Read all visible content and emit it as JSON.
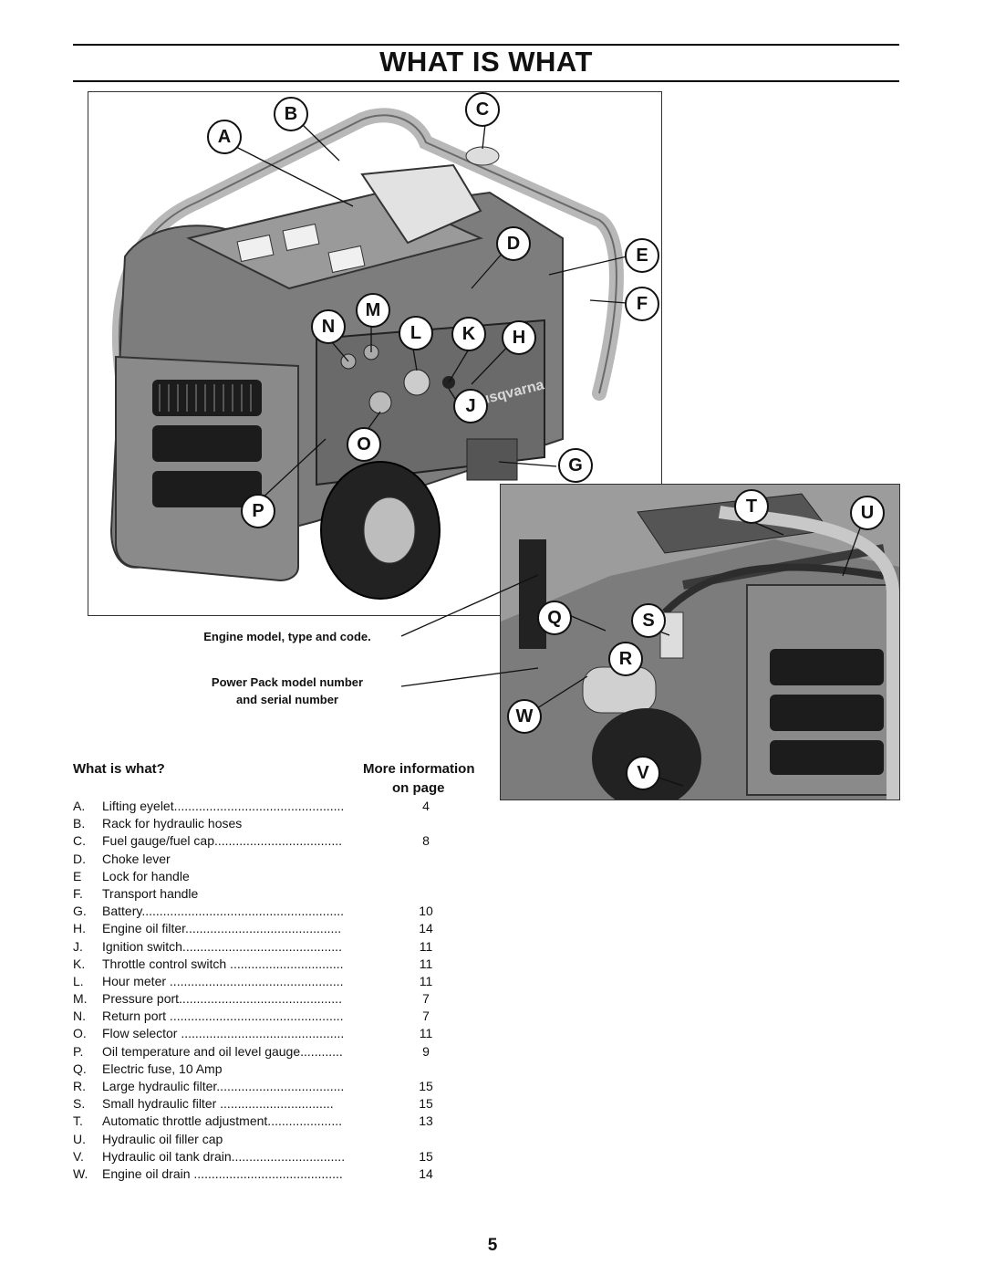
{
  "page": {
    "title": "WHAT IS WHAT",
    "page_number": "5"
  },
  "figure": {
    "caption_engine": "Engine model, type and code.",
    "caption_pack_line1": "Power Pack model number",
    "caption_pack_line2": "and serial number",
    "brand_text": "Husqvarna",
    "callouts": {
      "A": "A",
      "B": "B",
      "C": "C",
      "D": "D",
      "E": "E",
      "F": "F",
      "G": "G",
      "H": "H",
      "J": "J",
      "K": "K",
      "L": "L",
      "M": "M",
      "N": "N",
      "O": "O",
      "P": "P",
      "Q": "Q",
      "R": "R",
      "S": "S",
      "T": "T",
      "U": "U",
      "V": "V",
      "W": "W"
    }
  },
  "table": {
    "header_item": "What is what?",
    "header_more_line1": "More information",
    "header_more_line2": "on page",
    "rows": [
      {
        "letter": "A.",
        "desc": "Lifting eyelet................................................",
        "page": "4"
      },
      {
        "letter": "B.",
        "desc": "Rack for hydraulic hoses",
        "page": ""
      },
      {
        "letter": "C.",
        "desc": "Fuel gauge/fuel cap....................................",
        "page": "8"
      },
      {
        "letter": "D.",
        "desc": "Choke lever",
        "page": ""
      },
      {
        "letter": "E",
        "desc": "Lock for handle",
        "page": ""
      },
      {
        "letter": "F.",
        "desc": "Transport handle",
        "page": ""
      },
      {
        "letter": "G.",
        "desc": "Battery.........................................................",
        "page": "10"
      },
      {
        "letter": "H.",
        "desc": "Engine oil filter............................................",
        "page": "14"
      },
      {
        "letter": "J.",
        "desc": "Ignition switch.............................................",
        "page": "11"
      },
      {
        "letter": "K.",
        "desc": "Throttle control switch ................................",
        "page": "11"
      },
      {
        "letter": "L.",
        "desc": "Hour meter .................................................",
        "page": "11"
      },
      {
        "letter": "M.",
        "desc": "Pressure port..............................................",
        "page": "7"
      },
      {
        "letter": "N.",
        "desc": "Return port .................................................",
        "page": "7"
      },
      {
        "letter": "O.",
        "desc": "Flow selector ..............................................",
        "page": "11"
      },
      {
        "letter": "P.",
        "desc": "Oil temperature and oil level gauge............",
        "page": "9"
      },
      {
        "letter": "Q.",
        "desc": "Electric fuse, 10 Amp",
        "page": ""
      },
      {
        "letter": "R.",
        "desc": "Large hydraulic filter....................................",
        "page": "15"
      },
      {
        "letter": "S.",
        "desc": "Small hydraulic filter   ................................",
        "page": "15"
      },
      {
        "letter": "T.",
        "desc": "Automatic throttle adjustment.....................",
        "page": "13"
      },
      {
        "letter": "U.",
        "desc": "Hydraulic oil filler cap",
        "page": ""
      },
      {
        "letter": "V.",
        "desc": "Hydraulic oil tank drain................................",
        "page": "15"
      },
      {
        "letter": "W.",
        "desc": "Engine oil drain ..........................................",
        "page": "14"
      }
    ]
  }
}
